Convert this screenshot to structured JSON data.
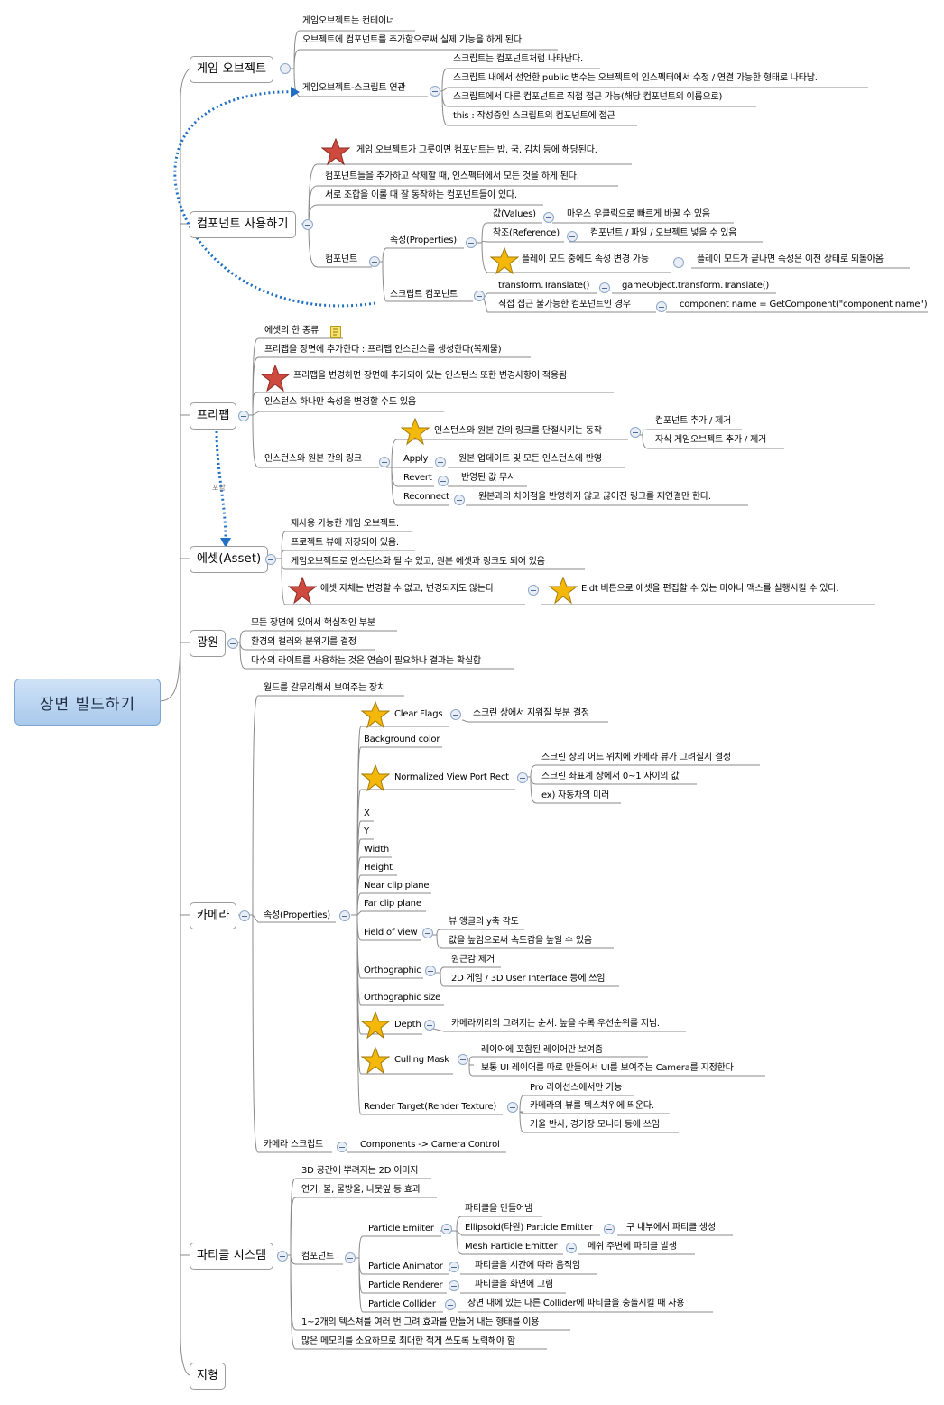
{
  "root": "장면 빌드하기",
  "topics": {
    "game_object": "게임 오브젝트",
    "component_use": "컴포넌트 사용하기",
    "prefab": "프리팹",
    "asset": "에셋(Asset)",
    "light": "광원",
    "camera": "카메라",
    "particle": "파티클 시스템",
    "terrain": "지형"
  },
  "game_object": {
    "n1": "게임오브젝트는 컨테이너",
    "n2": "오브젝트에 컴포넌트를 추가함으로써 실제 기능을 하게 된다.",
    "n3": "게임오브젝트-스크립트 연관",
    "n3_1": "스크립트는 컴포넌트처럼 나타난다.",
    "n3_2": "스크립트 내에서 선언한 public 변수는 오브젝트의 인스펙터에서 수정 / 연결 가능한 형태로 나타남.",
    "n3_3": "스크립트에서 다른 컴포넌트로 직접 접근 가능(해당 컴포넌트의 이름으로)",
    "n3_4": "this : 작성중인 스크립트의 컴포넌트에 접근"
  },
  "component_use": {
    "n1": "게임 오브젝트가 그릇이면 컴포넌트는 밥, 국, 김치 등에 해당된다.",
    "n2": "컴포넌트들을 추가하고 삭제할 때, 인스펙터에서 모든 것을 하게 된다.",
    "n3": "서로 조합을 이룰 때 잘 동작하는 컴포넌트들이 있다.",
    "n4": "컴포넌트",
    "props": "속성(Properties)",
    "values": "값(Values)",
    "values_d": "마우스 우클릭으로 빠르게 바꿀 수 있음",
    "ref": "참조(Reference)",
    "ref_d": "컴포넌트 / 파일 / 오브젝트 넣을 수 있음",
    "play": "플레이 모드 중에도 속성 변경 가능",
    "play_d": "플레이 모드가 끝나면 속성은 이전 상태로 되돌아옴",
    "script": "스크립트 컴포넌트",
    "s1": "transform.Translate()",
    "s1_d": "gameObject.transform.Translate()",
    "s2": "직접 접근 불가능한 컴포넌트인 경우",
    "s2_d": "component name = GetComponent(\"component name\")"
  },
  "prefab": {
    "n1": "에셋의 한 종류",
    "n2": "프리팹을 장면에 추가한다 : 프리팹 인스턴스를 생성한다(복제물)",
    "n3": "프리팹을 변경하면 장면에 추가되어 있는 인스턴스 또한 변경사항이 적용됨",
    "n4": "인스턴스 하나만 속성을 변경할 수도 있음",
    "n5": "인스턴스와 원본 간의 링크",
    "l1": "인스턴스와 원본 간의 링크를 단절시키는 동작",
    "l1_a": "컴포넌트 추가 / 제거",
    "l1_b": "자식 게임오브젝트 추가 / 제거",
    "apply": "Apply",
    "apply_d": "원본 업데이트 및 모든 인스턴스에 반영",
    "revert": "Revert",
    "revert_d": "반영된 값 무시",
    "reconnect": "Reconnect",
    "reconnect_d": "원본과의 차이점을 반영하지 않고 끊어진 링크를 재연결만 한다.",
    "relation": "포함"
  },
  "asset": {
    "n1": "재사용 가능한 게임 오브젝트.",
    "n2": "프로젝트 뷰에 저장되어 있음.",
    "n3": "게임오브젝트로 인스턴스화 될 수 있고, 원본 에셋과 링크도 되어 있음",
    "n4": "에셋 자체는 변경할 수 없고, 변경되지도 않는다.",
    "n4_d": "Eidt 버튼으로 에셋을 편집할 수 있는 마야나 맥스를 실행시킬 수 있다."
  },
  "light": {
    "n1": "모든 장면에 있어서 핵심적인 부분",
    "n2": "환경의 컬러와 분위기를 결정",
    "n3": "다수의 라이트를 사용하는 것은 연습이 필요하나 결과는 확실함"
  },
  "camera": {
    "n1": "월드를 갈무리해서 보여주는 장치",
    "props": "속성(Properties)",
    "clear": "Clear Flags",
    "clear_d": "스크린 상에서 지워질 부분 결정",
    "bg": "Background color",
    "nvpr": "Normalized View Port Rect",
    "nvpr_a": "스크린 상의 어느 위치에 카메라 뷰가 그려질지 결정",
    "nvpr_b": "스크린 좌표계 상에서 0~1 사이의 값",
    "nvpr_c": "ex) 자동차의 미러",
    "x": "X",
    "y": "Y",
    "width": "Width",
    "height": "Height",
    "near": "Near clip plane",
    "far": "Far clip plane",
    "fov": "Field of view",
    "fov_a": "뷰 앵글의 y축 각도",
    "fov_b": "값을 높임으로써 속도감을 높일 수 있음",
    "ortho": "Orthographic",
    "ortho_a": "원근감 제거",
    "ortho_b": "2D 게임 / 3D User Interface 등에 쓰임",
    "ortho_size": "Orthographic size",
    "depth": "Depth",
    "depth_d": "카메라끼리의 그려지는 순서. 높을 수록 우선순위를 지님.",
    "cull": "Culling Mask",
    "cull_a": "레이어에 포함된 레이어만 보여줌",
    "cull_b": "보통 UI 레이어를 따로 만들어서  UI를 보여주는 Camera를 지정한다",
    "rt": "Render Target(Render Texture)",
    "rt_a": "Pro 라이선스에서만 가능",
    "rt_b": "카메라의 뷰를 텍스쳐위에 띄운다.",
    "rt_c": "거울 반사, 경기장 모니터 등에 쓰임",
    "script": "카메라 스크립트",
    "script_d": "Components -> Camera Control"
  },
  "particle": {
    "n1": "3D 공간에 뿌려지는 2D 이미지",
    "n2": "연기, 불, 물방울, 나뭇잎 등 효과",
    "comp": "컴포넌트",
    "emitter": "Particle Emiiter",
    "emitter_a": "파티클을 만들어냄",
    "emitter_b": "Ellipsoid(타원) Particle Emitter",
    "emitter_b_d": "구 내부에서 파티클 생성",
    "emitter_c": "Mesh Particle Emitter",
    "emitter_c_d": "메쉬 주변에 파티클 발생",
    "animator": "Particle Animator",
    "animator_d": "파티클을 시간에 따라 움직임",
    "renderer": "Particle Renderer",
    "renderer_d": "파티클을 화면에 그림",
    "collider": "Particle Collider",
    "collider_d": "장면 내에 있는 다른 Collider에 파티클을 충돌시킬 때 사용",
    "n3": "1~2개의 텍스쳐를 여러 번 그려 효과를 만들어 내는 형태를 이용",
    "n4": "많은 메모리를 소요하므로 최대한 적게 쓰도록 노력해야 함"
  },
  "colors": {
    "branch": "#8a8a8a",
    "relation": "#1f6fc4",
    "star_gold": "#f2b705",
    "star_red": "#c8423a"
  }
}
